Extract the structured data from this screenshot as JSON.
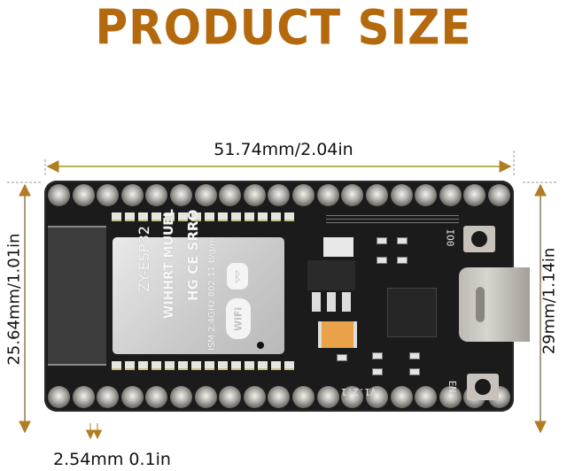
{
  "title": "PRODUCT SIZE",
  "colors": {
    "title": "#b5690e",
    "dimension_arrow": "#b89a3c",
    "board": "#1b1b1b"
  },
  "dimensions": {
    "length": "51.74mm/2.04in",
    "width_pcb": "25.64mm/1.01in",
    "width_total": "29mm/1.14in",
    "pin_pitch": "2.54mm 0.1in"
  },
  "board": {
    "module_text": {
      "line1": "ZY-ESP32",
      "line2": "WIHHRT MUUEL",
      "line3": "HG CE SRRO",
      "line4": "ISM 2.4GHz  802.11 b/g/m"
    },
    "wifi_badge": "WiFi",
    "bluetooth_icon": "bluetooth-icon",
    "labels": {
      "boot_button": "IO0",
      "reset_button": "EN",
      "version": "V1.2.1"
    },
    "pins_per_row": 19
  }
}
